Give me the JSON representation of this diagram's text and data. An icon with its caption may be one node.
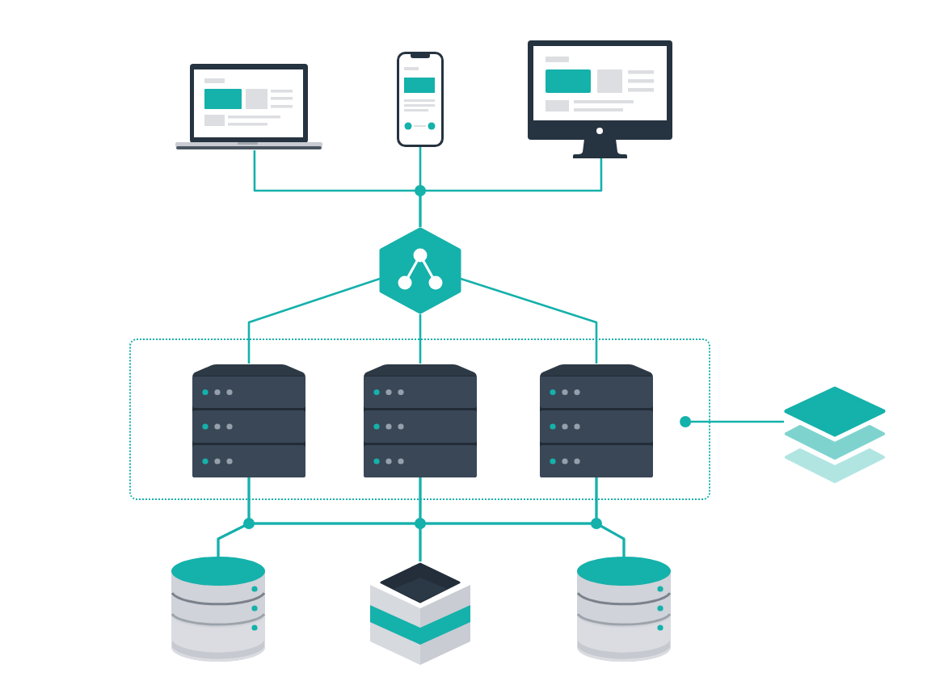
{
  "diagram": {
    "nodes": [
      {
        "text": [],
        "shape": "picture"
      },
      {
        "text": [],
        "shape": "picture"
      },
      {
        "text": [],
        "shape": "picture"
      },
      {
        "text": [],
        "shape": "hexagon"
      },
      {
        "text": [],
        "shape": "box"
      },
      {
        "text": [],
        "shape": "picture",
        "in": 4
      },
      {
        "text": [],
        "shape": "picture",
        "in": 4
      },
      {
        "text": [],
        "shape": "picture",
        "in": 4
      },
      {
        "text": [],
        "shape": "picture"
      },
      {
        "text": [],
        "shape": "cylinder"
      },
      {
        "text": [],
        "shape": "picture"
      },
      {
        "text": [],
        "shape": "cylinder"
      }
    ],
    "edges": [
      {
        "from": 0,
        "to": 3,
        "arrow": "none"
      },
      {
        "from": 1,
        "to": 3,
        "arrow": "none"
      },
      {
        "from": 2,
        "to": 3,
        "arrow": "none"
      },
      {
        "from": 3,
        "to": 5,
        "arrow": "none"
      },
      {
        "from": 3,
        "to": 6,
        "arrow": "none"
      },
      {
        "from": 3,
        "to": 7,
        "arrow": "none"
      },
      {
        "from": 4,
        "to": 8,
        "arrow": "other"
      },
      {
        "from": 5,
        "to": 9,
        "arrow": "none"
      },
      {
        "from": 5,
        "to": 10,
        "arrow": "none"
      },
      {
        "from": 5,
        "to": 11,
        "arrow": "none"
      },
      {
        "from": 6,
        "to": 9,
        "arrow": "none"
      },
      {
        "from": 6,
        "to": 10,
        "arrow": "none"
      },
      {
        "from": 6,
        "to": 11,
        "arrow": "none"
      },
      {
        "from": 7,
        "to": 9,
        "arrow": "none"
      },
      {
        "from": 7,
        "to": 10,
        "arrow": "none"
      },
      {
        "from": 7,
        "to": 11,
        "arrow": "none"
      }
    ]
  }
}
